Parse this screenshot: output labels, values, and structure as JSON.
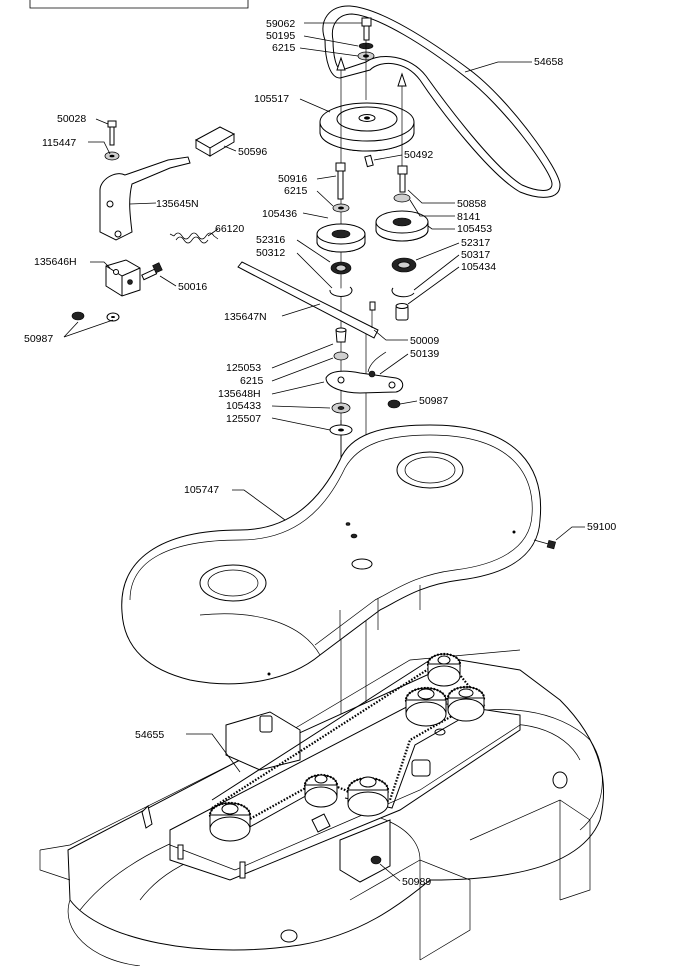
{
  "diagram": {
    "labels": [
      "59062",
      "50195",
      "6215",
      "54658",
      "105517",
      "50028",
      "115447",
      "50596",
      "50492",
      "50916",
      "6215",
      "50858",
      "8141",
      "105453",
      "135645N",
      "105436",
      "66120",
      "52316",
      "50312",
      "52317",
      "50317",
      "105434",
      "135646H",
      "50016",
      "50987",
      "135647N",
      "50009",
      "125053",
      "6215",
      "50139",
      "135648H",
      "50987",
      "105433",
      "125507",
      "105747",
      "59100",
      "54655",
      "50989"
    ]
  }
}
